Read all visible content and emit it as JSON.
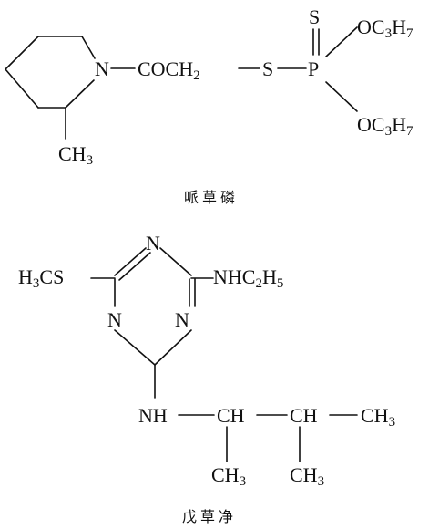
{
  "molecule1": {
    "atoms": {
      "s_top": "S",
      "oc3h7_top": "OC3H7",
      "n_ring": "N",
      "acyl_chain": "COCH2",
      "s_link": "S",
      "p_atom": "P",
      "oc3h7_bottom": "OC3H7",
      "ch3_ring": "CH3"
    },
    "caption": "哌草磷"
  },
  "molecule2": {
    "atoms": {
      "n_top": "N",
      "h3cs": "H3CS",
      "nhc2h5": "NHC2H5",
      "n_left": "N",
      "n_right": "N",
      "nh": "NH",
      "ch_1": "CH",
      "ch_2": "CH",
      "ch3_end": "CH3",
      "ch3_sub1": "CH3",
      "ch3_sub2": "CH3"
    },
    "caption": "戊草净"
  }
}
